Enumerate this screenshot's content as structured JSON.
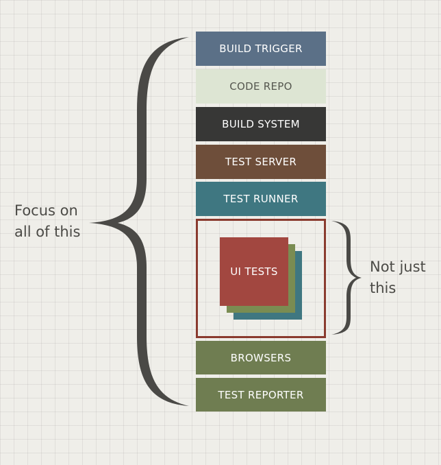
{
  "diagram": {
    "stack": [
      {
        "label": "BUILD TRIGGER",
        "bg": "#5b7087",
        "fg": "#ffffff"
      },
      {
        "label": "CODE REPO",
        "bg": "#dde5d3",
        "fg": "#55574f"
      },
      {
        "label": "BUILD SYSTEM",
        "bg": "#373736",
        "fg": "#ffffff"
      },
      {
        "label": "TEST SERVER",
        "bg": "#6e4e3a",
        "fg": "#ffffff"
      },
      {
        "label": "TEST RUNNER",
        "bg": "#3f7781",
        "fg": "#ffffff"
      }
    ],
    "ui_tests": {
      "label": "UI TESTS",
      "frame_color": "#8a3a2e",
      "card_colors": [
        "#3f7781",
        "#7a8c52",
        "#a24740"
      ]
    },
    "bottom": [
      {
        "label": "BROWSERS",
        "bg": "#6f7d51",
        "fg": "#ffffff"
      },
      {
        "label": "TEST REPORTER",
        "bg": "#6f7d51",
        "fg": "#ffffff"
      }
    ],
    "left_text": [
      "Focus on",
      "all of this"
    ],
    "right_text": [
      "Not just",
      "this"
    ],
    "brace_color": "#4a4946"
  }
}
